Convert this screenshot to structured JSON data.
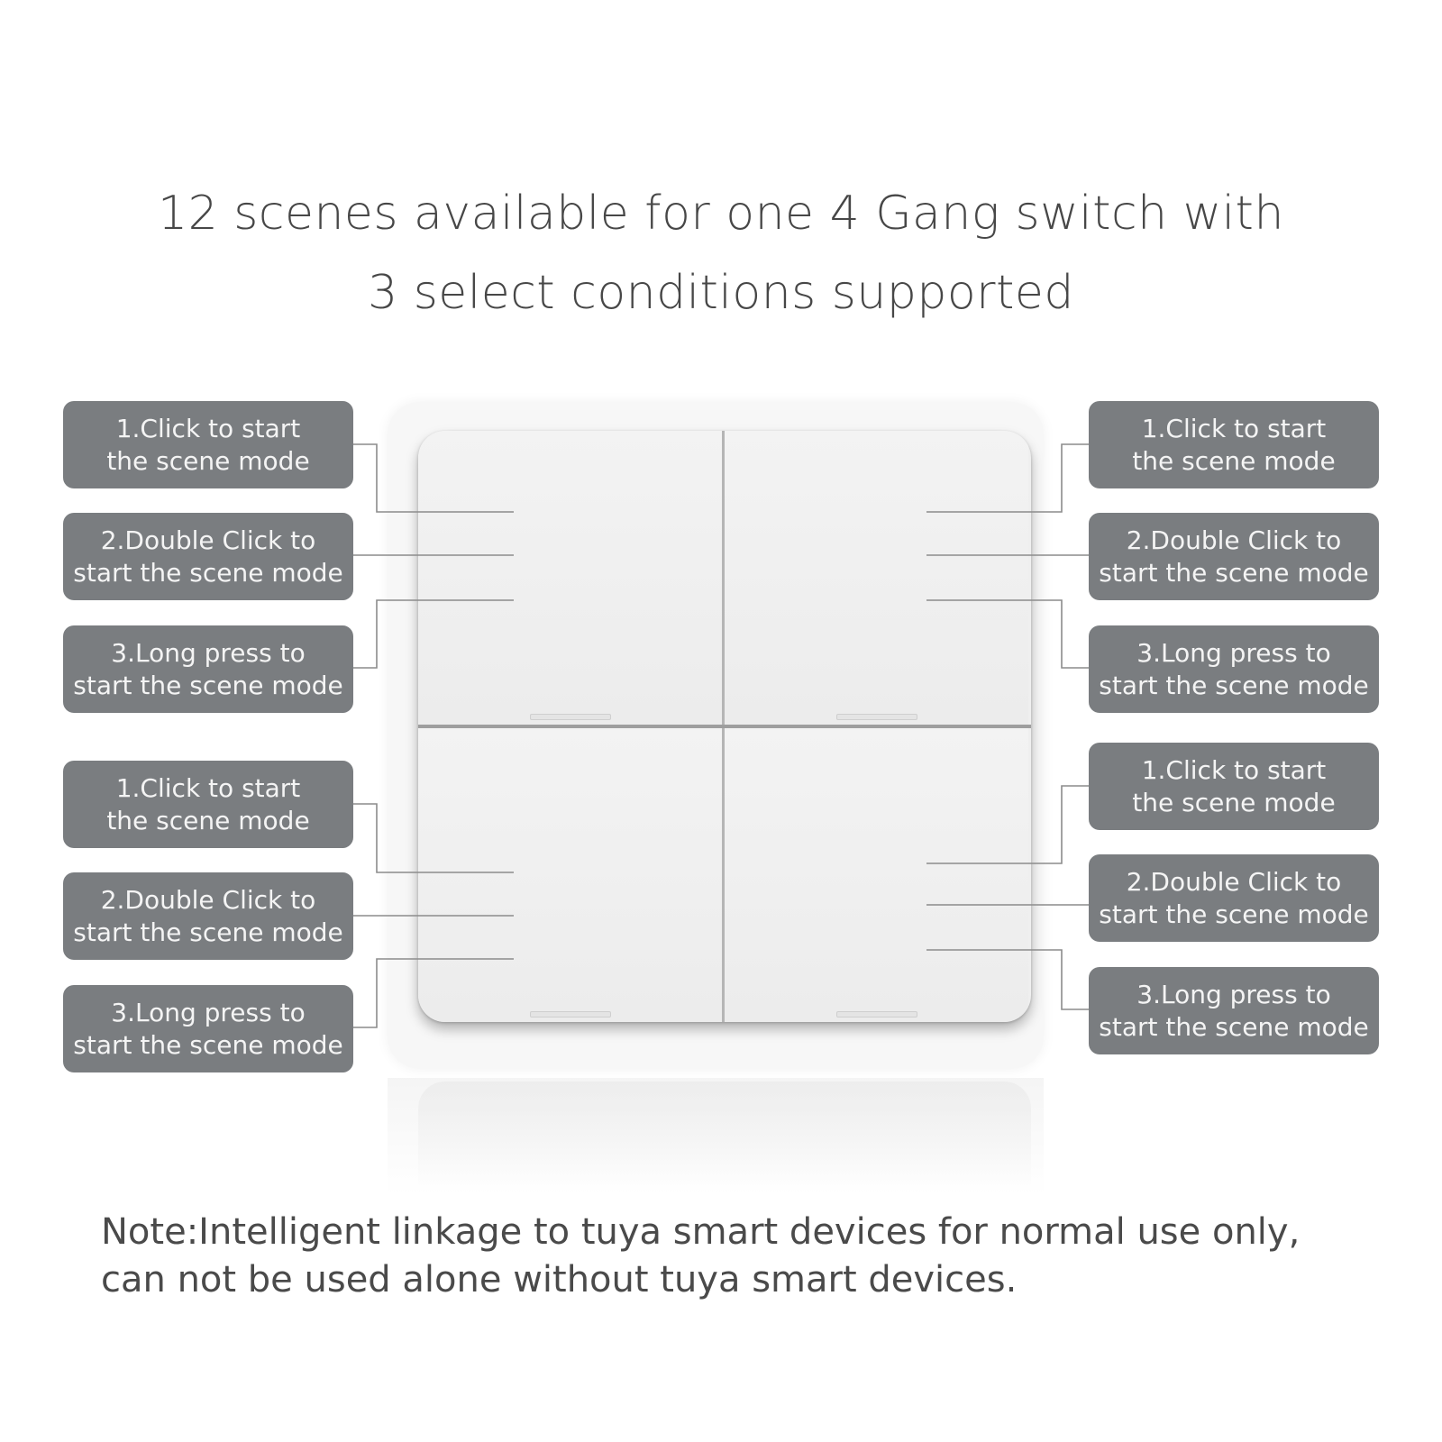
{
  "title": {
    "line1": "12 scenes available for one 4 Gang switch with",
    "line2": "3 select conditions supported"
  },
  "callouts": {
    "top_left": [
      {
        "line1": "1.Click to start",
        "line2": "the scene mode"
      },
      {
        "line1": "2.Double Click to",
        "line2": "start the scene mode"
      },
      {
        "line1": "3.Long press to",
        "line2": "start the scene mode"
      }
    ],
    "bottom_left": [
      {
        "line1": "1.Click to start",
        "line2": "the scene mode"
      },
      {
        "line1": "2.Double Click to",
        "line2": "start the scene mode"
      },
      {
        "line1": "3.Long press to",
        "line2": "start the scene mode"
      }
    ],
    "top_right": [
      {
        "line1": "1.Click to start",
        "line2": "the scene mode"
      },
      {
        "line1": "2.Double Click to",
        "line2": "start the scene mode"
      },
      {
        "line1": "3.Long press to",
        "line2": "start the scene mode"
      }
    ],
    "bottom_right": [
      {
        "line1": "1.Click to start",
        "line2": "the scene mode"
      },
      {
        "line1": "2.Double Click to",
        "line2": "start the scene mode"
      },
      {
        "line1": "3.Long press to",
        "line2": "start the scene mode"
      }
    ]
  },
  "note": {
    "line1": "Note:Intelligent linkage to tuya smart devices for normal use only,",
    "line2": "can not be used alone without tuya smart devices."
  },
  "colors": {
    "callout_bg": "#7a7d80",
    "callout_text": "#f4f4f4",
    "title_text": "#474747",
    "leader_line": "#8c8c8c"
  }
}
